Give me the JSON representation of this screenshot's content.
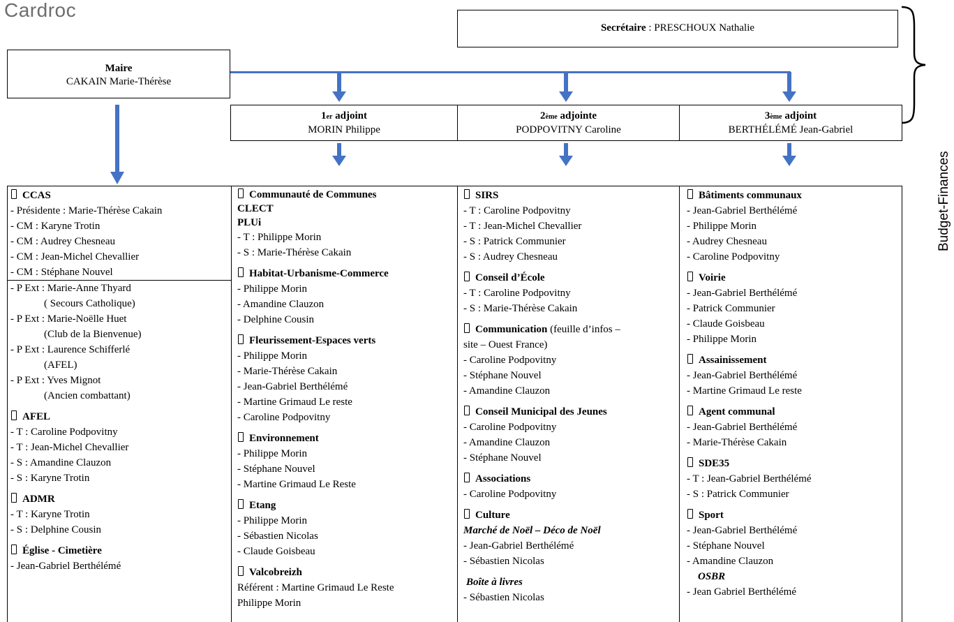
{
  "logo": "Cardroc",
  "brace_label": "Budget-Finances",
  "secretaire": {
    "role": "Secrétaire",
    "name": " : PRESCHOUX Nathalie"
  },
  "maire": {
    "role": "Maire",
    "name": "CAKAIN Marie-Thérèse"
  },
  "adjoint1": {
    "num": "1",
    "sup": "er",
    "role": " adjoint",
    "name": "MORIN Philippe"
  },
  "adjoint2": {
    "num": "2",
    "sup": "ème",
    "role": " adjointe",
    "name": "PODPOVITNY Caroline"
  },
  "adjoint3": {
    "num": "3",
    "sup": "ème",
    "role": " adjoint",
    "name": "BERTHÉLÉMÉ Jean-Gabriel"
  },
  "col1": {
    "ccas": {
      "title": "CCAS",
      "items": [
        "- Présidente : Marie-Thérèse Cakain",
        "- CM : Karyne Trotin",
        "- CM : Audrey Chesneau",
        "- CM : Jean-Michel Chevallier",
        "- CM : Stéphane Nouvel"
      ]
    },
    "ext": [
      "- P Ext : Marie-Anne Thyard",
      "( Secours Catholique)",
      "- P Ext : Marie-Noëlle Huet",
      "(Club de la Bienvenue)",
      "- P Ext : Laurence Schifferlé",
      "(AFEL)",
      "- P Ext : Yves Mignot",
      "(Ancien combattant)"
    ],
    "afel": {
      "title": "AFEL",
      "items": [
        "- T : Caroline Podpovitny",
        "- T : Jean-Michel Chevallier",
        "- S : Amandine Clauzon",
        "- S : Karyne Trotin"
      ]
    },
    "admr": {
      "title": "ADMR",
      "items": [
        "- T : Karyne Trotin",
        "- S : Delphine Cousin"
      ]
    },
    "eglise": {
      "title": "Église - Cimetière",
      "items": [
        "- Jean-Gabriel Berthélémé"
      ]
    }
  },
  "col2": {
    "cdc": {
      "title": "Communauté de Communes",
      "t2": "CLECT",
      "t3": "PLUi",
      "items": [
        "- T : Philippe Morin",
        "- S : Marie-Thérèse Cakain"
      ]
    },
    "huc": {
      "title": "Habitat-Urbanisme-Commerce",
      "items": [
        "- Philippe Morin",
        "- Amandine Clauzon",
        "- Delphine Cousin"
      ]
    },
    "fleur": {
      "title": "Fleurissement-Espaces verts",
      "items": [
        "- Philippe Morin",
        "- Marie-Thérèse Cakain",
        "- Jean-Gabriel Berthélémé",
        "- Martine Grimaud Le reste",
        "- Caroline Podpovitny"
      ]
    },
    "env": {
      "title": "Environnement",
      "items": [
        "- Philippe Morin",
        "- Stéphane Nouvel",
        "- Martine Grimaud Le Reste"
      ]
    },
    "etang": {
      "title": "Etang",
      "items": [
        "- Philippe Morin",
        "- Sébastien Nicolas",
        "- Claude Goisbeau"
      ]
    },
    "valco": {
      "title": "Valcobreizh",
      "items": [
        "Référent : Martine Grimaud Le Reste",
        "Philippe Morin"
      ]
    }
  },
  "col3": {
    "sirs": {
      "title": "SIRS",
      "items": [
        "- T : Caroline Podpovitny",
        "- T : Jean-Michel Chevallier",
        "- S : Patrick Communier",
        "- S : Audrey Chesneau"
      ]
    },
    "ecole": {
      "title": "Conseil d’École",
      "items": [
        "- T : Caroline Podpovitny",
        "- S : Marie-Thérèse Cakain"
      ]
    },
    "comm": {
      "title": "Communication",
      "subtitle": " (feuille d’infos –",
      "line2": "site – Ouest France)",
      "items": [
        "- Caroline Podpovitny",
        "- Stéphane Nouvel",
        "- Amandine Clauzon"
      ]
    },
    "cmj": {
      "title": "Conseil Municipal des Jeunes",
      "items": [
        "- Caroline Podpovitny",
        "- Amandine Clauzon",
        "- Stéphane Nouvel"
      ]
    },
    "assoc": {
      "title": "Associations",
      "items": [
        "- Caroline Podpovitny"
      ]
    },
    "culture": {
      "title": "Culture",
      "sub1": "Marché de Noël – Déco de Noël",
      "items1": [
        "- Jean-Gabriel Berthélémé",
        "- Sébastien Nicolas"
      ],
      "sub2": "Boîte à livres",
      "items2": [
        "- Sébastien Nicolas"
      ]
    }
  },
  "col4": {
    "bat": {
      "title": "Bâtiments communaux",
      "items": [
        "- Jean-Gabriel Berthélémé",
        "- Philippe Morin",
        "- Audrey Chesneau",
        "- Caroline Podpovitny"
      ]
    },
    "voirie": {
      "title": "Voirie",
      "items": [
        "- Jean-Gabriel Berthélémé",
        "- Patrick Communier",
        "- Claude Goisbeau",
        "- Philippe Morin"
      ]
    },
    "assain": {
      "title": "Assainissement",
      "items": [
        "- Jean-Gabriel Berthélémé",
        "- Martine Grimaud Le reste"
      ]
    },
    "agent": {
      "title": "Agent communal",
      "items": [
        "- Jean-Gabriel Berthélémé",
        "- Marie-Thérèse Cakain"
      ]
    },
    "sde": {
      "title": "SDE35",
      "items": [
        "- T : Jean-Gabriel Berthélémé",
        "- S : Patrick Communier"
      ]
    },
    "sport": {
      "title": "Sport",
      "items": [
        "- Jean-Gabriel Berthélémé",
        "- Stéphane Nouvel",
        "- Amandine Clauzon"
      ],
      "sub": "OSBR",
      "items2": [
        "- Jean Gabriel Berthélémé"
      ]
    }
  }
}
